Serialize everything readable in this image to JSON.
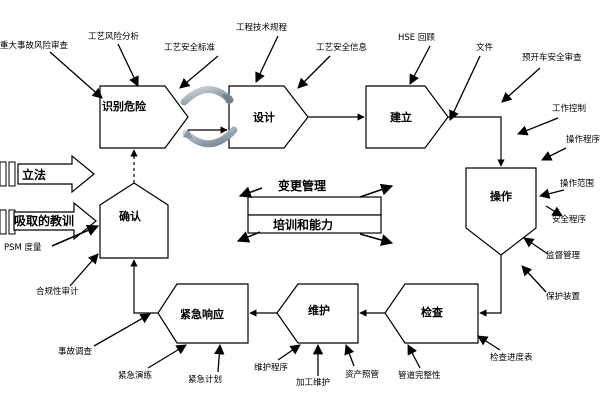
{
  "nodes": {
    "identify": "识别危险",
    "design": "设计",
    "build": "建立",
    "operate": "操作",
    "confirm": "确认",
    "emergency": "紧急响应",
    "maintain": "维护",
    "inspect": "检查"
  },
  "center": {
    "change_mgmt": "变更管理",
    "training": "培训和能力"
  },
  "left_inputs": {
    "legislation": "立法",
    "lessons": "吸取的教训",
    "psm_metrics": "PSM 度量"
  },
  "annotations": {
    "major_accident_review": "重大事故风险审查",
    "process_hazard_analysis": "工艺风险分析",
    "process_safety_standards": "工艺安全标准",
    "engineering_specs": "工程技术规程",
    "process_safety_info": "工艺安全信息",
    "hse_review": "HSE 回顾",
    "documents": "文件",
    "pre_startup_review": "预开车安全审查",
    "work_control": "工作控制",
    "operating_procedures": "操作程序",
    "operating_range": "操作范围",
    "safety_procedures": "安全程序",
    "supervision": "监督管理",
    "protective_devices": "保护装置",
    "inspection_schedule": "检查进度表",
    "pipeline_integrity": "管道完整性",
    "asset_care": "资产照管",
    "process_maintenance": "加工维护",
    "maintenance_procedures": "维护程序",
    "emergency_plan": "紧急计划",
    "emergency_drill": "紧急演练",
    "incident_investigation": "事故调查",
    "compliance_audit": "合规性审计"
  }
}
